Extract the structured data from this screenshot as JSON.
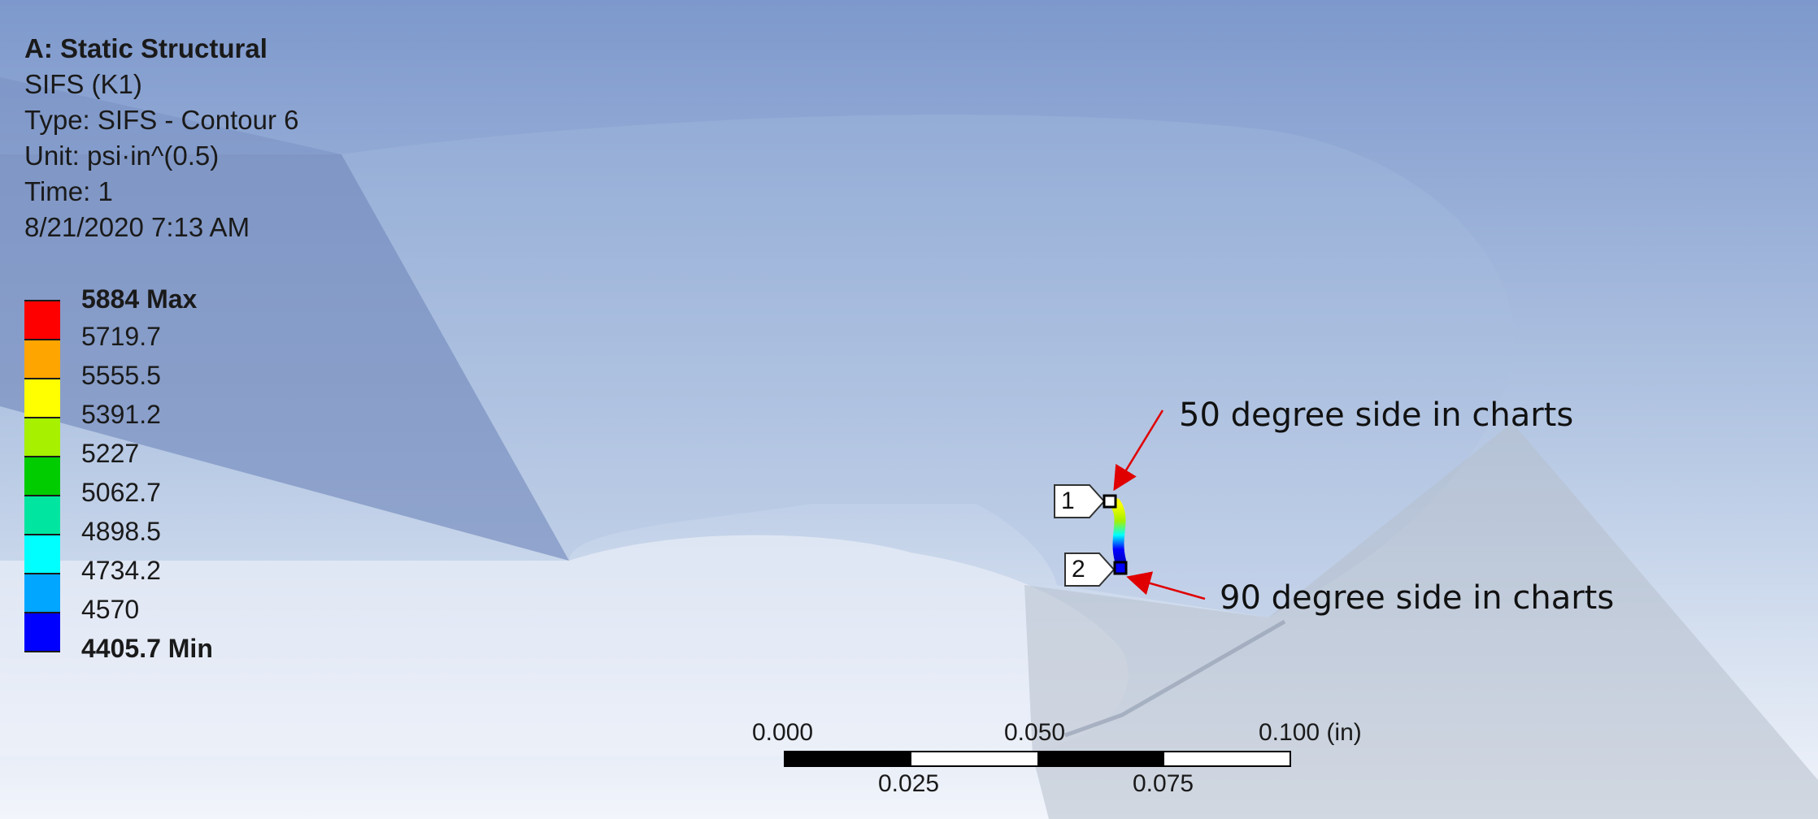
{
  "info": {
    "title": "A: Static Structural",
    "result": "SIFS (K1)",
    "type": "Type: SIFS - Contour 6",
    "unit": "Unit: psi·in^(0.5)",
    "time": "Time: 1",
    "date": "8/21/2020 7:13 AM"
  },
  "legend": {
    "max_label": "5884 Max",
    "min_label": "4405.7 Min",
    "levels": [
      "5719.7",
      "5555.5",
      "5391.2",
      "5227",
      "5062.7",
      "4898.5",
      "4734.2",
      "4570"
    ],
    "colors": [
      "#ff0000",
      "#ffa500",
      "#ffff00",
      "#a6f000",
      "#00cc00",
      "#00e6a0",
      "#00ffff",
      "#00a6ff",
      "#0000ff"
    ]
  },
  "probes": [
    {
      "label": "1"
    },
    {
      "label": "2"
    }
  ],
  "annotations": {
    "top": "50 degree side in charts",
    "bottom": "90 degree side in charts"
  },
  "scale": {
    "labels_top": [
      "0.000",
      "0.050",
      "0.100 (in)"
    ],
    "labels_bottom": [
      "0.025",
      "0.075"
    ]
  }
}
